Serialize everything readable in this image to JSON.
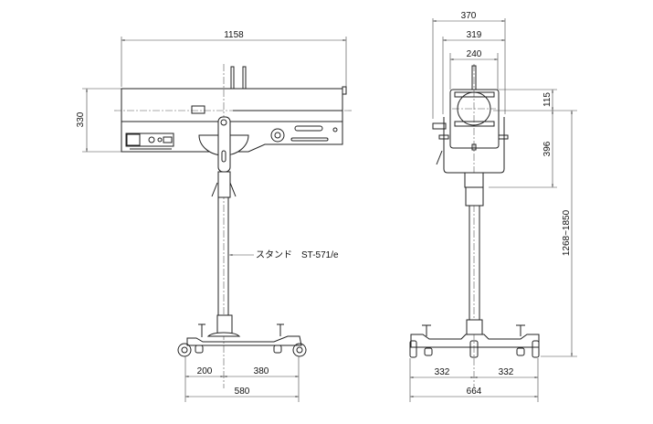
{
  "side_view": {
    "dim_length": "1158",
    "dim_height": "330",
    "dim_base_left": "200",
    "dim_base_right": "380",
    "dim_base_total": "580",
    "stand_label": "スタンド　ST-571/e"
  },
  "front_view": {
    "dim_width_outer": "370",
    "dim_width_mid": "319",
    "dim_width_inner": "240",
    "dim_top_offset": "115",
    "dim_yoke_height": "396",
    "dim_total_height": "1268~1850",
    "dim_base_left": "332",
    "dim_base_right": "332",
    "dim_base_total": "664"
  }
}
